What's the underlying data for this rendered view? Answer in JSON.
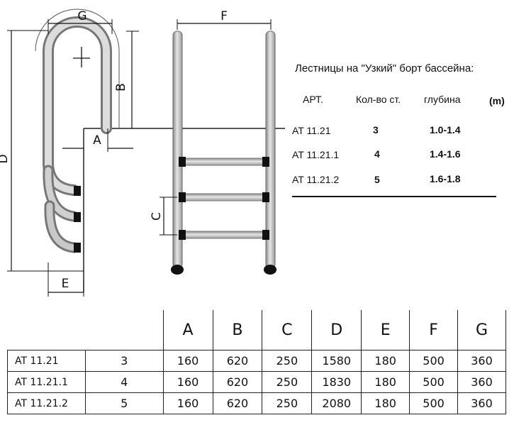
{
  "dimension_labels": {
    "G": "G",
    "F": "F",
    "B": "B",
    "A": "A",
    "D": "D",
    "C": "C",
    "E": "E"
  },
  "spec": {
    "title": "Лестницы на \"Узкий\" борт бассейна:",
    "headers": {
      "art": "АРТ.",
      "steps": "Кол-во ст.",
      "depth": "глубина",
      "unit": "(m)"
    },
    "rows": [
      {
        "art": "AT 11.21",
        "steps": "3",
        "depth": "1.0-1.4"
      },
      {
        "art": "AT 11.21.1",
        "steps": "4",
        "depth": "1.4-1.6"
      },
      {
        "art": "AT 11.21.2",
        "steps": "5",
        "depth": "1.6-1.8"
      }
    ]
  },
  "table": {
    "columns": [
      "A",
      "B",
      "C",
      "D",
      "E",
      "F",
      "G"
    ],
    "rows": [
      {
        "art": "AT 11.21",
        "steps": "3",
        "values": [
          "160",
          "620",
          "250",
          "1580",
          "180",
          "500",
          "360"
        ]
      },
      {
        "art": "AT 11.21.1",
        "steps": "4",
        "values": [
          "160",
          "620",
          "250",
          "1830",
          "180",
          "500",
          "360"
        ]
      },
      {
        "art": "AT 11.21.2",
        "steps": "5",
        "values": [
          "160",
          "620",
          "250",
          "2080",
          "180",
          "500",
          "360"
        ]
      }
    ]
  }
}
